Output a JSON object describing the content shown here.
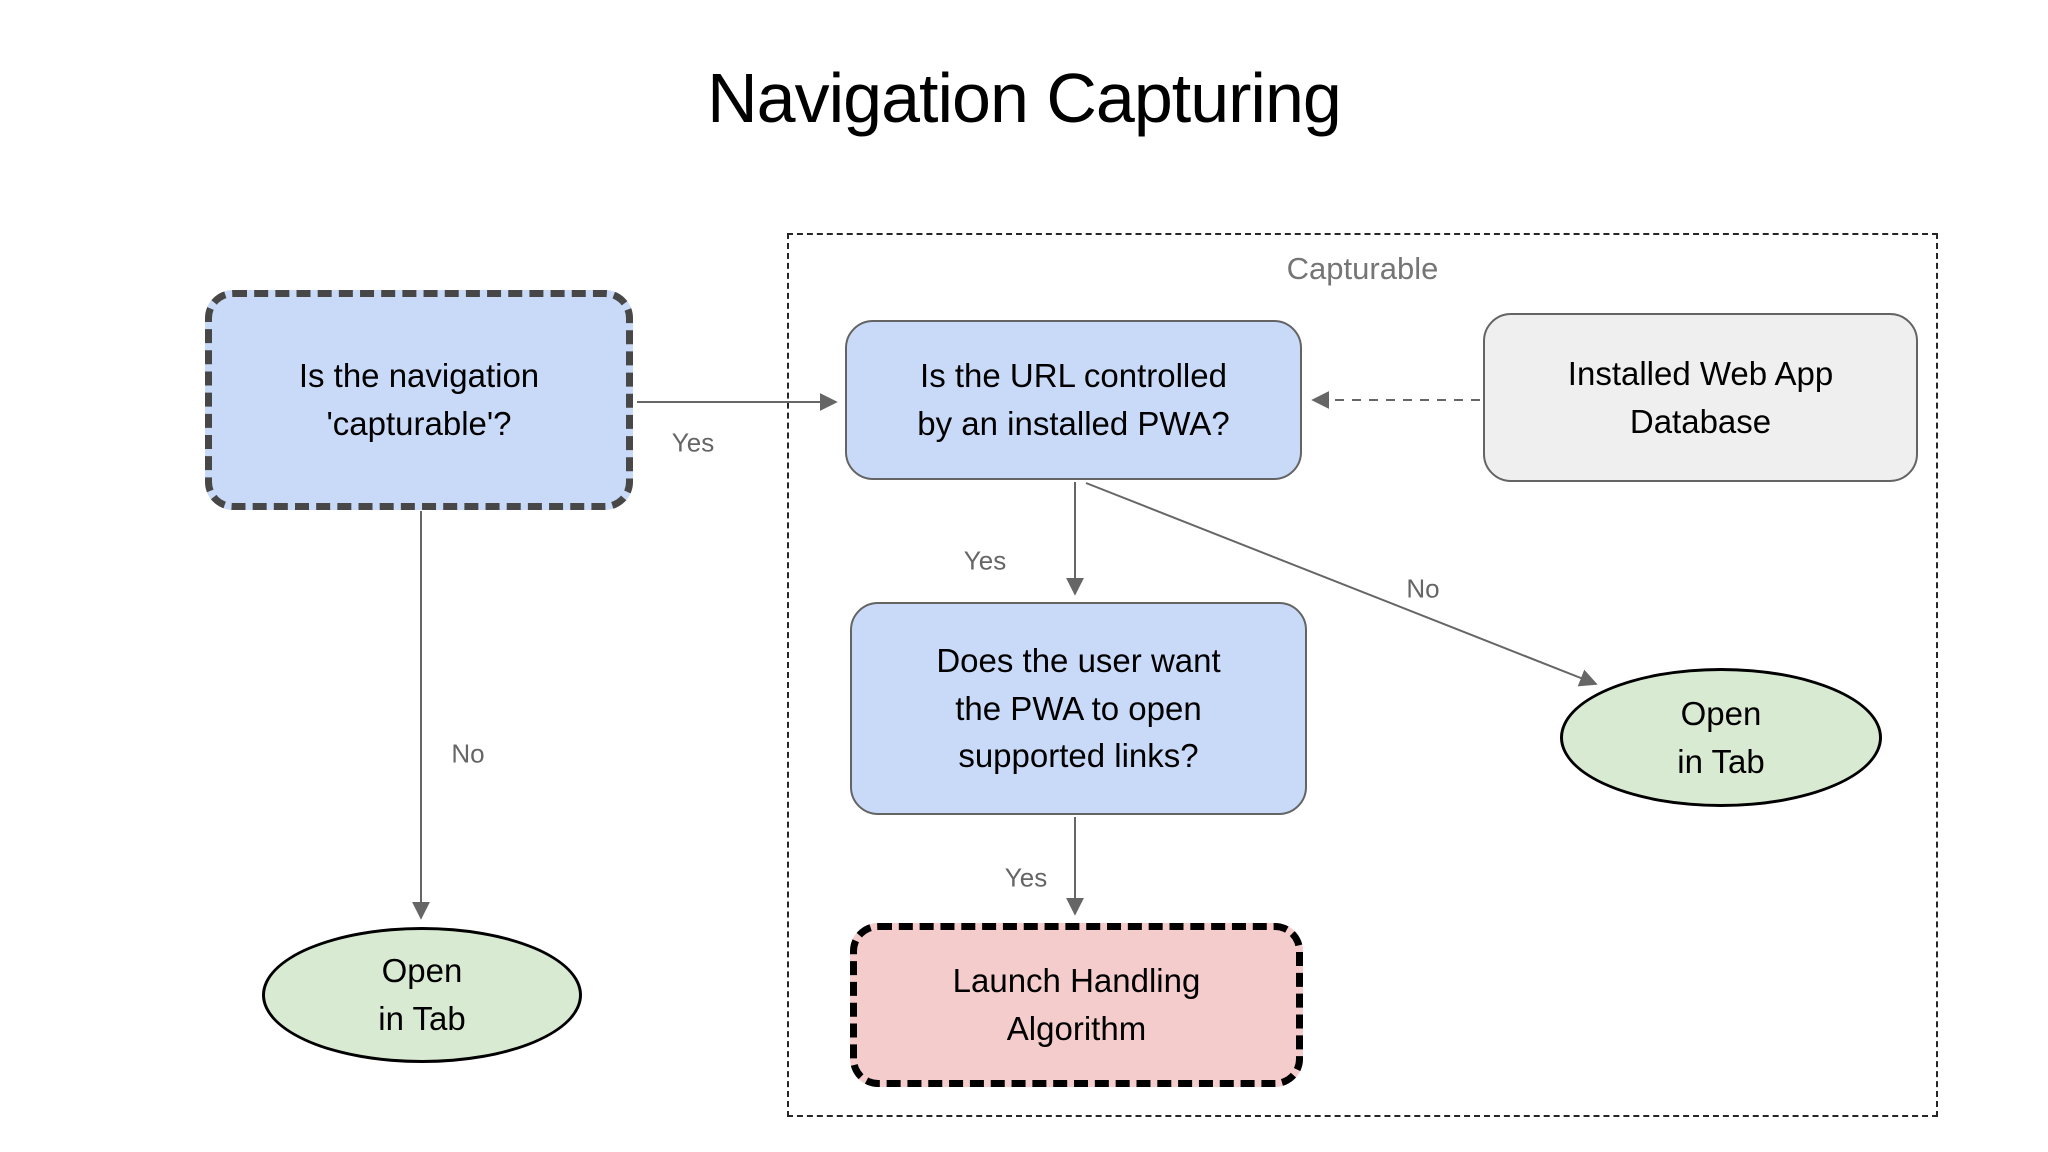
{
  "title": "Navigation Capturing",
  "group": {
    "label": "Capturable"
  },
  "nodes": {
    "capturable_question": {
      "label": "Is the navigation\n'capturable'?"
    },
    "url_controlled": {
      "label": "Is the URL controlled\nby an installed PWA?"
    },
    "installed_db": {
      "label": "Installed Web App\nDatabase"
    },
    "user_want": {
      "label": "Does the user want\nthe PWA to open\nsupported links?"
    },
    "launch_handling": {
      "label": "Launch Handling\nAlgorithm"
    },
    "open_in_tab_left": {
      "label": "Open\nin Tab"
    },
    "open_in_tab_right": {
      "label": "Open\nin Tab"
    }
  },
  "edge_labels": {
    "capturable_yes": "Yes",
    "capturable_no": "No",
    "url_yes": "Yes",
    "url_no": "No",
    "user_yes": "Yes"
  },
  "colors": {
    "question_fill": "#c9daf8",
    "database_fill": "#efefef",
    "algorithm_fill": "#f4cccc",
    "terminal_fill": "#d9ead3",
    "arrow": "#666666",
    "edge_label_text": "#666666",
    "group_label_text": "#757575",
    "text": "#000000"
  }
}
